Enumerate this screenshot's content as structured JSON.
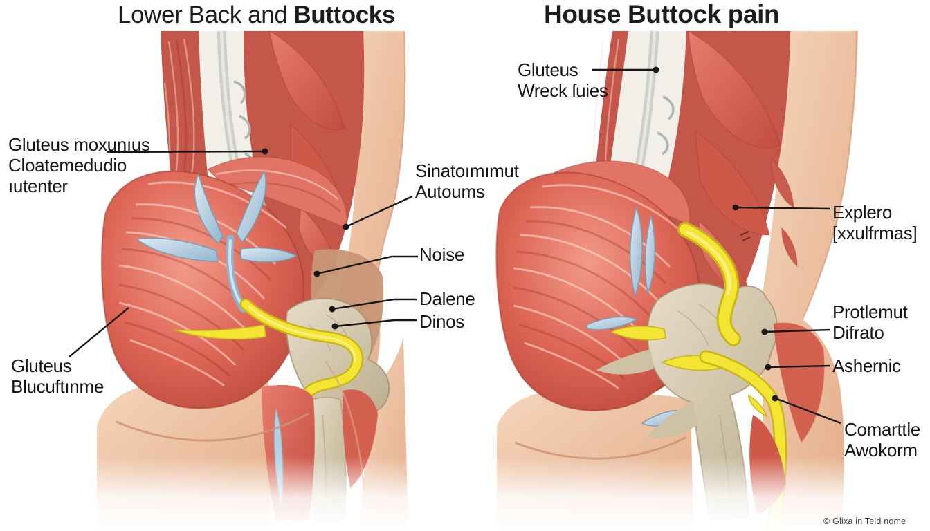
{
  "colors": {
    "muscle_red": "#d85f50",
    "muscle_dark_red": "#b5483d",
    "nerve_yellow": "#f2e232",
    "nerve_blue": "#a9c6da",
    "bone_beige": "#cfc2a4",
    "skin": "#eec2a4",
    "spine_ivory": "#f1efe8",
    "leader_line": "#161616"
  },
  "titles": {
    "left_regular": "Lower Back and",
    "left_bold": "Buttocks",
    "right": "House Buttock pain"
  },
  "left_panel": {
    "labels": [
      {
        "id": "gluteus-moxunius",
        "lines": [
          "Gluteus moxunıus",
          "Cloatemedudio",
          "ıutenter"
        ]
      },
      {
        "id": "sinatomimut",
        "lines": [
          "Sinatoımımut",
          "Autoums"
        ]
      },
      {
        "id": "noise",
        "lines": [
          "Noise"
        ]
      },
      {
        "id": "dalene",
        "lines": [
          "Dalene"
        ]
      },
      {
        "id": "dinos",
        "lines": [
          "Dinos"
        ]
      },
      {
        "id": "gluteus-lower",
        "lines": [
          "Gluteus",
          "Blucuftınme"
        ]
      }
    ]
  },
  "right_panel": {
    "labels": [
      {
        "id": "gluteus-wreck",
        "lines": [
          "Gluteus",
          "Wreck ſuies"
        ]
      },
      {
        "id": "explero",
        "lines": [
          "Explero",
          "[xxulfrmas]"
        ]
      },
      {
        "id": "protlemut",
        "lines": [
          "Protlemut",
          "Difrato"
        ]
      },
      {
        "id": "ashernic",
        "lines": [
          "Ashernic"
        ]
      },
      {
        "id": "comarttle",
        "lines": [
          "Comarttle",
          "Awokorm"
        ]
      }
    ]
  },
  "credit": "© Glixa in Teld nome"
}
